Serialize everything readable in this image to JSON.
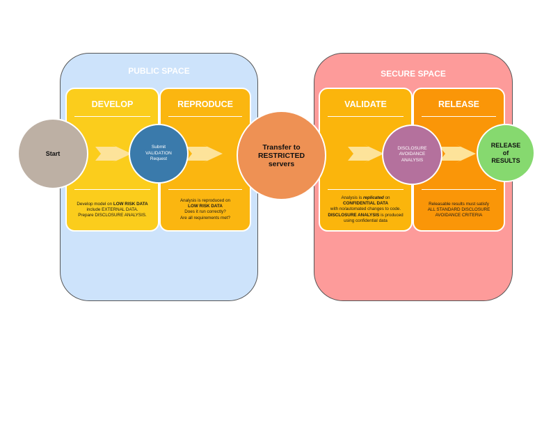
{
  "public_space": {
    "title": "PUBLIC SPACE",
    "develop": {
      "title": "DEVELOP",
      "desc_l1a": "Develop model on ",
      "desc_l1b": "LOW RISK DATA",
      "desc_l2": "include EXTERNAL DATA.",
      "desc_l3": "Prepare DISCLOSURE ANALYSIS."
    },
    "reproduce": {
      "title": "REPRODUCE",
      "desc_l1": "Analysis is reproduced on",
      "desc_l2": "LOW RISK DATA",
      "desc_l3": "Does it run correctly?",
      "desc_l4": "Are all requirements met?"
    }
  },
  "secure_space": {
    "title": "SECURE SPACE",
    "validate": {
      "title": "VALIDATE",
      "desc_l1a": "Analysis is ",
      "desc_l1b": "replicated",
      "desc_l1c": " on",
      "desc_l2": "CONFIDENTIAL DATA",
      "desc_l3": "with no/automated changes to code.",
      "desc_l4a": "DISCLOSURE ANALYSIS",
      "desc_l4b": " is produced",
      "desc_l5": "using confidential data"
    },
    "release": {
      "title": "RELEASE",
      "desc_l1": "Releasable results must satisfy",
      "desc_l2": "ALL STANDARD DISCLOSURE",
      "desc_l3": "AVOIDANCE CRITERIA"
    }
  },
  "nodes": {
    "start": "Start",
    "submit_l1": "Submit",
    "submit_l2": "VALIDATION",
    "submit_l3": "Request",
    "transfer_l1": "Transfer to",
    "transfer_l2": "RESTRICTED",
    "transfer_l3": "servers",
    "disclosure_l1": "DISCLOSURE",
    "disclosure_l2": "AVOIDANCE",
    "disclosure_l3": "ANALYSIS",
    "release_l1": "RELEASE",
    "release_l2": "of",
    "release_l3": "RESULTS"
  },
  "colors": {
    "public_bg": "#cde3fb",
    "secure_bg": "#fd9b9a",
    "develop": "#fbcd1c",
    "reproduce": "#fbb610",
    "validate": "#fbb50c",
    "release": "#fa9608",
    "start": "#bdb0a4",
    "submit": "#3a7aab",
    "transfer": "#ee9154",
    "disclosure": "#b4719d",
    "release_circle": "#86d96f",
    "arrow": "#fde39a"
  }
}
